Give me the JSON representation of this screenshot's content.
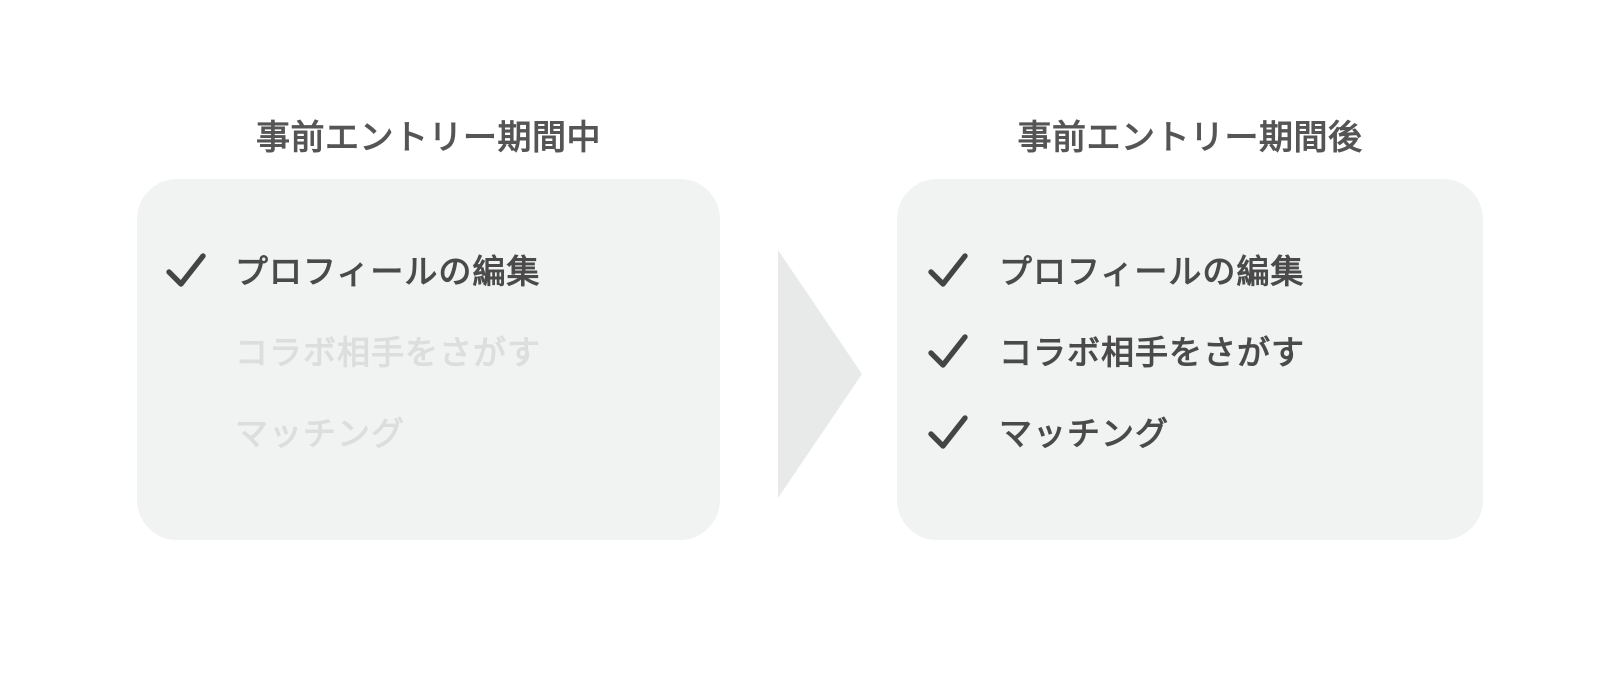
{
  "theme": {
    "page_background": "#ffffff",
    "card_background": "#f1f3f2",
    "heading_color": "#555555",
    "item_text_color": "#4a4a4a",
    "item_muted_color": "#dcdedd",
    "check_color": "#444444",
    "arrow_color": "#e8eaea"
  },
  "columns": [
    {
      "id": "before",
      "heading": "事前エントリー期間中",
      "items": [
        {
          "label": "プロフィールの編集",
          "checked": true,
          "enabled": true
        },
        {
          "label": "コラボ相手をさがす",
          "checked": false,
          "enabled": false
        },
        {
          "label": "マッチング",
          "checked": false,
          "enabled": false
        }
      ]
    },
    {
      "id": "after",
      "heading": "事前エントリー期間後",
      "items": [
        {
          "label": "プロフィールの編集",
          "checked": true,
          "enabled": true
        },
        {
          "label": "コラボ相手をさがす",
          "checked": true,
          "enabled": true
        },
        {
          "label": "マッチング",
          "checked": true,
          "enabled": true
        }
      ]
    }
  ],
  "connector": {
    "icon": "arrow-right-triangle",
    "direction": "right"
  }
}
